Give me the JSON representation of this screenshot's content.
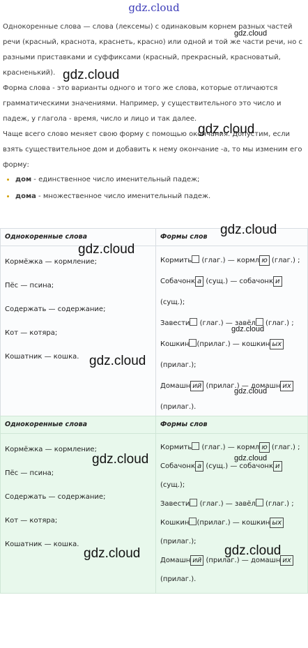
{
  "site": {
    "logo": "gdz.cloud"
  },
  "article": {
    "p1": "Однокоренные слова — слова (лексемы) с одинаковым корнем разных частей речи (красный, краснота, краснеть, красно) или одной и той же части речи, но с разными приставками и суффиксами (красный, прекрасный, красноватый, красненький).",
    "p2": "Форма слова - это варианты одного и того же слова, которые отличаются грамматическими значениями. Например, у существительного это число и падеж, у глагола - время, число и лицо и так далее.",
    "p3": "Чаще всего слово меняет свою форму с помощью окончания. Допустим, если взять существительное дом и добавить к нему окончание -а, то мы изменим его форму:",
    "b1_word": "дом",
    "b1_text": " - единственное число именительный падеж;",
    "b2_word": "дома",
    "b2_text": " - множественное число именительный падеж."
  },
  "table1": {
    "h1": "Однокоренные слова",
    "h2": "Формы слов",
    "left": [
      "Кормёжка — кормление;",
      "Пёс — псина;",
      "Содержать — содержание;",
      "Кот — котяра;",
      "Кошатник — кошка."
    ],
    "right": [
      {
        "a": "Кормить",
        "b": " (глаг.) — кормл",
        "c": "ю",
        "d": " (глаг.) ;"
      },
      {
        "a": "Собачонк",
        "b": "а",
        "c": " (сущ.) — собачонк",
        "d": "и",
        "e": " (сущ.);"
      },
      {
        "a": "Завести",
        "b": " (глаг.) — завёл",
        "c": " (глаг.) ;"
      },
      {
        "a": "Кошкин",
        "b": "(прилаг.) — кошкин",
        "c": "ых",
        "d": " (прилаг.);"
      },
      {
        "a": "Домашн",
        "b": "ий",
        "c": " (прилаг.) — домашн",
        "d": "их",
        "e": " (прилаг.)."
      }
    ]
  },
  "table2": {
    "h1": "Однокоренные слова",
    "h2": "Формы слов",
    "left": [
      "Кормёжка — кормление;",
      "Пёс — псина;",
      "Содержать — содержание;",
      "Кот — котяра;",
      "Кошатник — кошка."
    ]
  },
  "watermarks": {
    "text": "gdz.cloud"
  }
}
